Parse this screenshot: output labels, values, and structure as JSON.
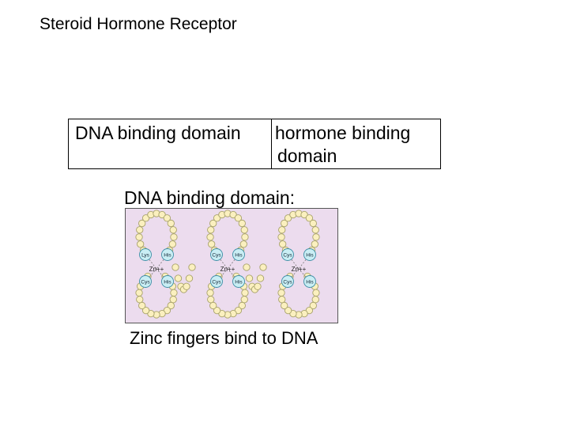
{
  "title": "Steroid Hormone Receptor",
  "domains": {
    "dna_binding": "DNA binding domain",
    "hormone_binding_line1": "hormone binding",
    "hormone_binding_line2": "domain"
  },
  "subheading": "DNA binding domain:",
  "figure": {
    "fingers": [
      {
        "residues": [
          "Lys",
          "His",
          "Cys",
          "His"
        ],
        "metal": "Zn++"
      },
      {
        "residues": [
          "Cys",
          "His",
          "Cys",
          "His"
        ],
        "metal": "Zn++"
      },
      {
        "residues": [
          "Cys",
          "His",
          "Cys",
          "His"
        ],
        "metal": "Zn++"
      }
    ],
    "colors": {
      "background": "#ecdcee",
      "bead_fill": "#fbf0bf",
      "bead_stroke": "#a8a26a",
      "ligand_fill": "#c9eef4",
      "ligand_stroke": "#3d8ea6"
    }
  },
  "caption": "Zinc fingers bind to DNA"
}
